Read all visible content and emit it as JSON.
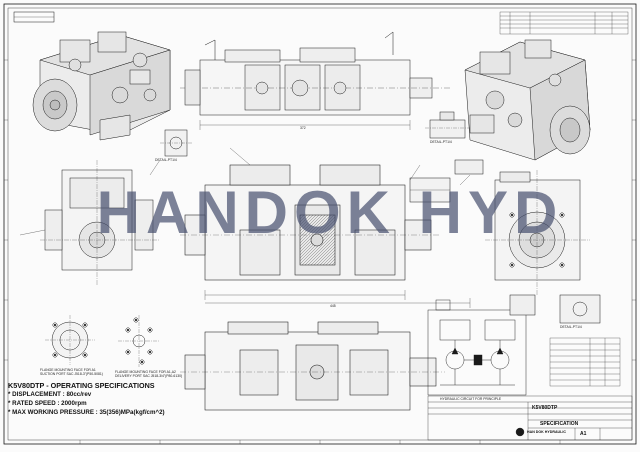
{
  "watermark": "HANDOK HYD",
  "specs": {
    "title": "K5V80DTP - OPERATING SPECIFICATIONS",
    "lines": [
      "* DISPLACEMENT : 80cc/rev",
      "* RATED SPEED : 2000rpm",
      "* MAX WORKING PRESSURE : 35(356)MPa(kgf/cm^2)"
    ]
  },
  "labels": {
    "hydraulic_circuit": "HYDRAULIC CIRCUIT FOR PRINCIPLE",
    "flange_suction": "FLANGE MOUNTING FACE FOR A1 SUCTION PORT SAC J518-3\"(P50-5081)",
    "flange_delivery": "FLANGE MOUNTING FACE FOR A1,A2 DELIVERY PORT SAC J518-3/4\"(P80-6130)",
    "detail_1": "DETAIL-PT1/4",
    "detail_2": "DETAIL-PT1/4",
    "detail_3": "DETAIL-PT1/4",
    "dim_top": "372",
    "dim_mid": "445"
  },
  "title_block": {
    "model": "K5V80DTP",
    "doc": "SPECIFICATION",
    "company": "HAN DOK HYDRAULIC",
    "sheet": "A1"
  },
  "colors": {
    "line": "#1a1a1a",
    "watermark": "#464e6e",
    "paper": "#fbfbfb"
  }
}
